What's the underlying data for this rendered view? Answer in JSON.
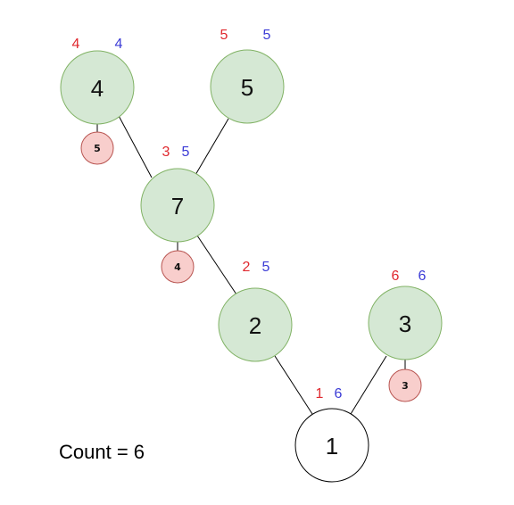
{
  "colors": {
    "main_fill": "#d5e8d4",
    "main_stroke": "#82b366",
    "root_fill": "#ffffff",
    "root_stroke": "#000000",
    "small_fill": "#f8cecc",
    "small_stroke": "#b85450",
    "annotation_left": "#e0282e",
    "annotation_right": "#3b3bd6",
    "edge": "#000000"
  },
  "nodes": {
    "n4": {
      "label": "4",
      "ann_left": "4",
      "ann_right": "4"
    },
    "n5": {
      "label": "5",
      "ann_left": "5",
      "ann_right": "5"
    },
    "n7": {
      "label": "7",
      "ann_left": "3",
      "ann_right": "5"
    },
    "n2": {
      "label": "2",
      "ann_left": "2",
      "ann_right": "5"
    },
    "n3": {
      "label": "3",
      "ann_left": "6",
      "ann_right": "6"
    },
    "n1": {
      "label": "1",
      "ann_left": "1",
      "ann_right": "6"
    }
  },
  "small_nodes": {
    "s_n4": {
      "label": "5"
    },
    "s_n7": {
      "label": "4"
    },
    "s_n3": {
      "label": "3"
    }
  },
  "count_text": "Count = 6"
}
